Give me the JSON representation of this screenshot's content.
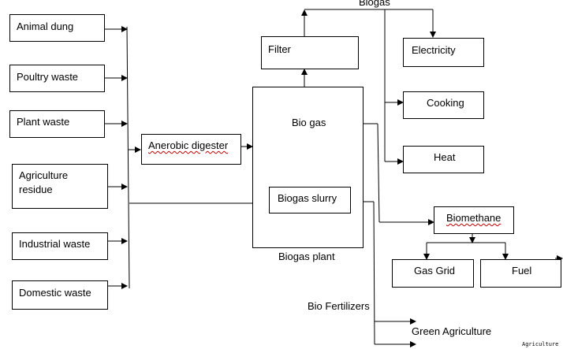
{
  "sources": {
    "animal_dung": "Animal dung",
    "poultry_waste": "Poultry waste",
    "plant_waste": "Plant waste",
    "agriculture_residue_line1": "Agriculture",
    "agriculture_residue_line2": "residue",
    "industrial_waste": "Industrial waste",
    "domestic_waste": "Domestic waste"
  },
  "process": {
    "digester": "Anerobic digester",
    "filter": "Filter",
    "biogas_plant": "Biogas plant",
    "bio_gas": "Bio gas",
    "biogas_slurry": "Biogas slurry",
    "biogas_top": "Biogas"
  },
  "uses": {
    "electricity": "Electricity",
    "cooking": "Cooking",
    "heat": "Heat",
    "biomethane": "Biomethane",
    "gas_grid": "Gas Grid",
    "fuel": "Fuel",
    "bio_fertilizers": "Bio Fertilizers",
    "green_agriculture": "Green Agriculture"
  },
  "footer": {
    "tag": "Agriculture"
  }
}
